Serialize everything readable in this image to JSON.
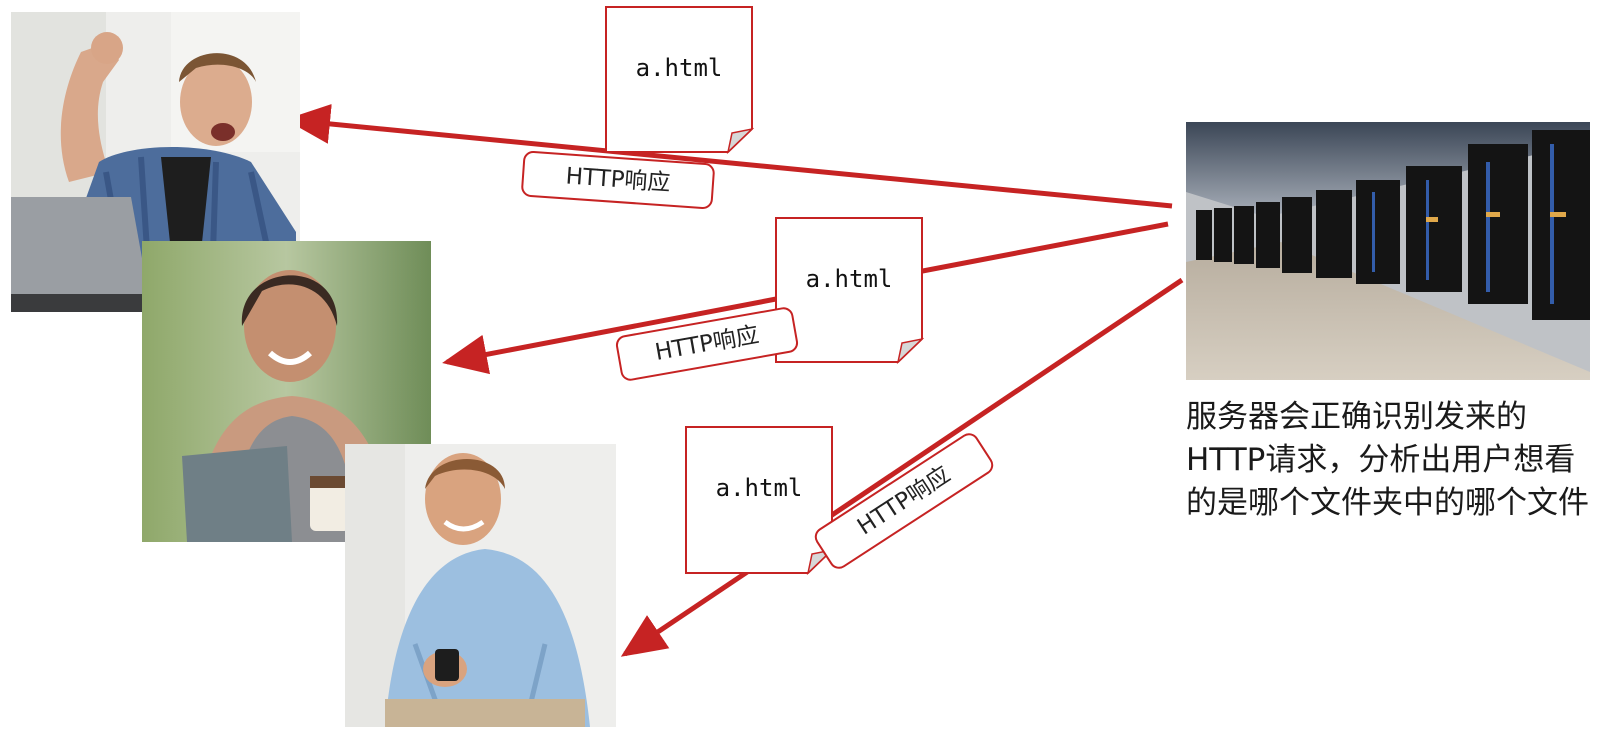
{
  "documents": {
    "doc1_name": "a.html",
    "doc2_name": "a.html",
    "doc3_name": "a.html"
  },
  "response_tags": {
    "tag1": "HTTP响应",
    "tag2": "HTTP响应",
    "tag3": "HTTP响应"
  },
  "server_caption": "服务器会正确识别发来的HTTP请求，分析出用户想看的是哪个文件夹中的哪个文件",
  "colors": {
    "arrow": "#c62323",
    "tag_border": "#c62323",
    "server_rack": "#141414",
    "server_floor": "#cfc6b8"
  },
  "photos": {
    "user1": "man-celebrating-laptop-photo",
    "user2": "woman-with-tablet-photo",
    "user3": "man-with-phone-photo",
    "server": "data-center-server-racks-photo"
  }
}
